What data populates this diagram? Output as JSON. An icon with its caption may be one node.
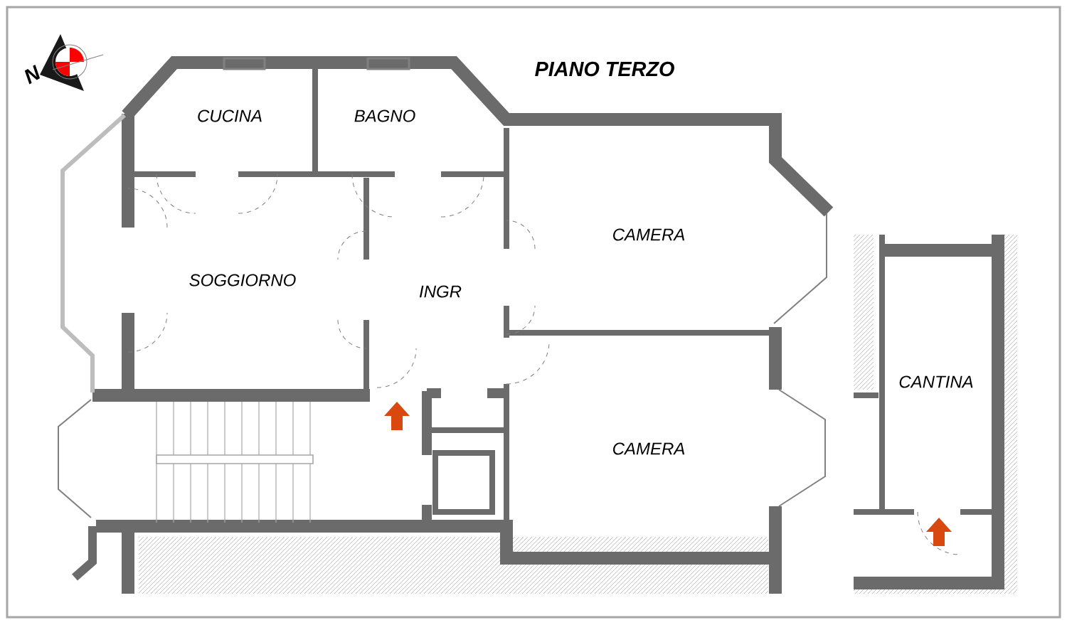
{
  "diagram": {
    "title": "PIANO TERZO",
    "labels": [
      "N",
      "CUCINA",
      "BAGNO",
      "CAMERA",
      "SOGGIORNO",
      "INGR",
      "CAMERA",
      "CANTINA"
    ]
  }
}
